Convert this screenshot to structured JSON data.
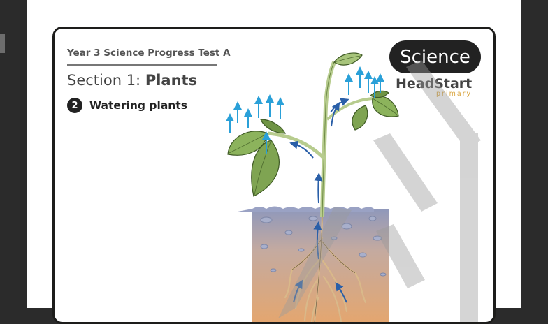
{
  "worksheet": {
    "header": "Year 3 Science Progress Test A",
    "section_label": "Section 1:",
    "section_name": "Plants",
    "question_number": "2",
    "question_title": "Watering plants"
  },
  "brand": {
    "badge": "Science",
    "name": "HeadStart",
    "tagline": "primary"
  },
  "icons": {
    "main": "plant-water-transport-illustration",
    "arrows": "water-direction-arrow-icon"
  },
  "colors": {
    "ink": "#1d1d1b",
    "leaf": "#7fa452",
    "arrow_up": "#2aa0d8",
    "arrow_flow": "#2a5fa8",
    "soil_top": "#8f98bb",
    "soil_bottom": "#e0a36b"
  }
}
